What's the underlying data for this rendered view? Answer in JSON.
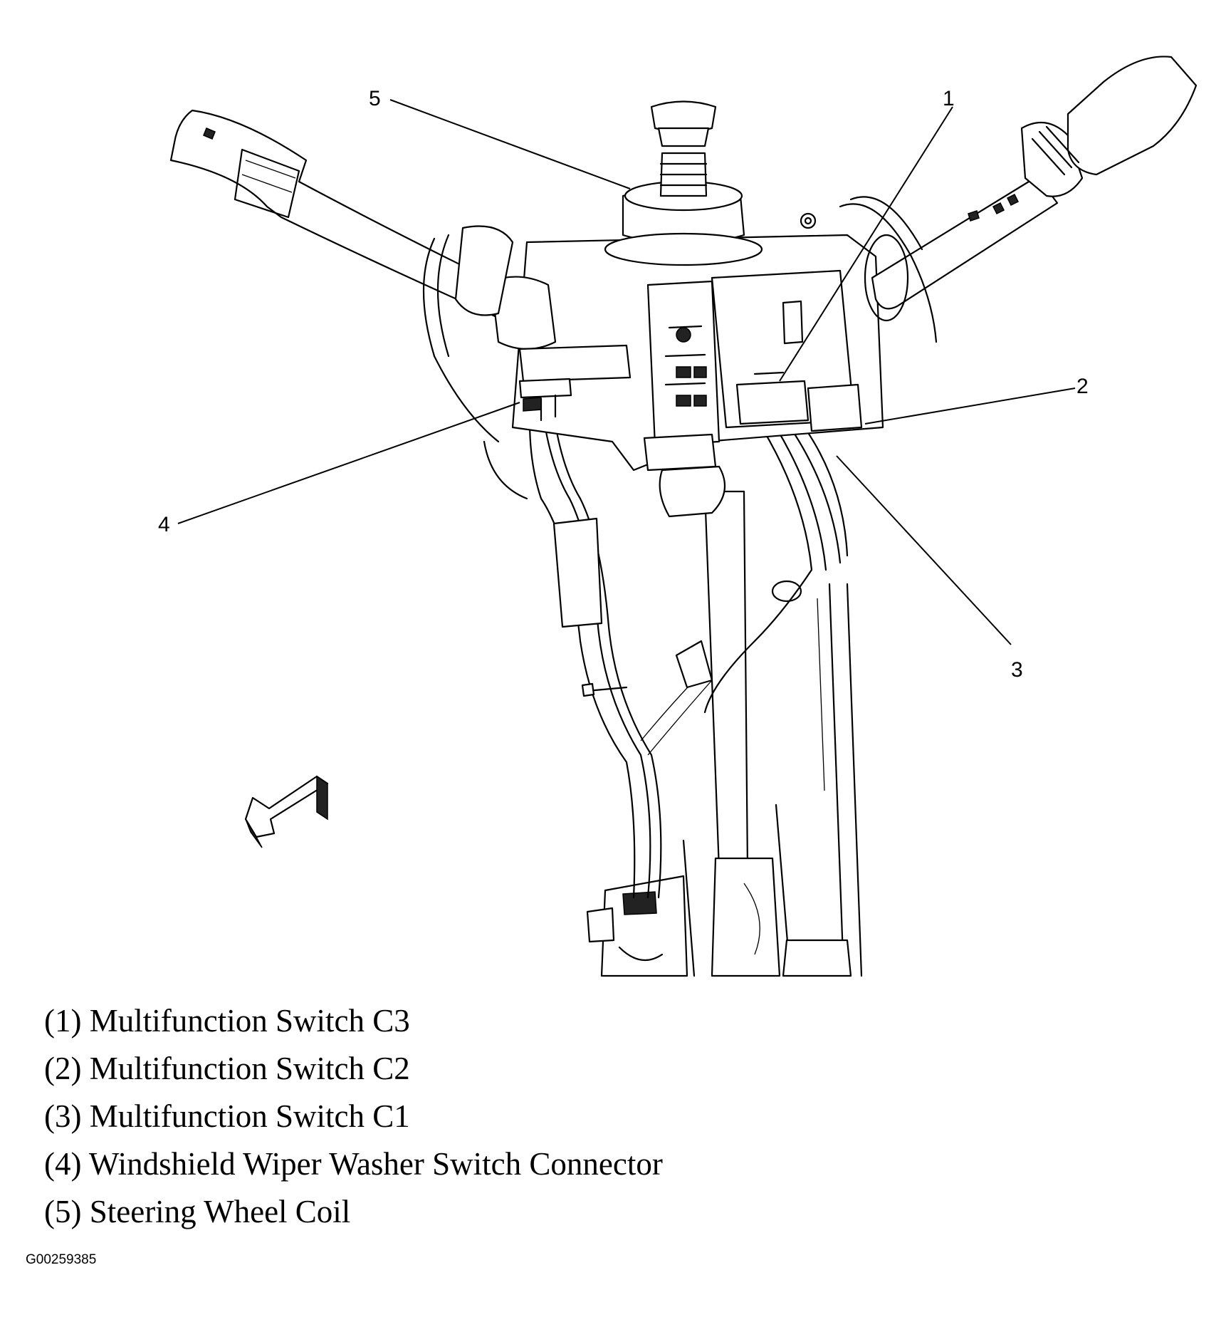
{
  "callouts": [
    {
      "num": "1"
    },
    {
      "num": "2"
    },
    {
      "num": "3"
    },
    {
      "num": "4"
    },
    {
      "num": "5"
    }
  ],
  "legend": [
    "(1) Multifunction Switch C3",
    "(2) Multifunction Switch C2",
    "(3) Multifunction Switch C1",
    "(4) Windshield Wiper Washer Switch Connector",
    "(5) Steering Wheel Coil"
  ],
  "figure_id": "G00259385"
}
